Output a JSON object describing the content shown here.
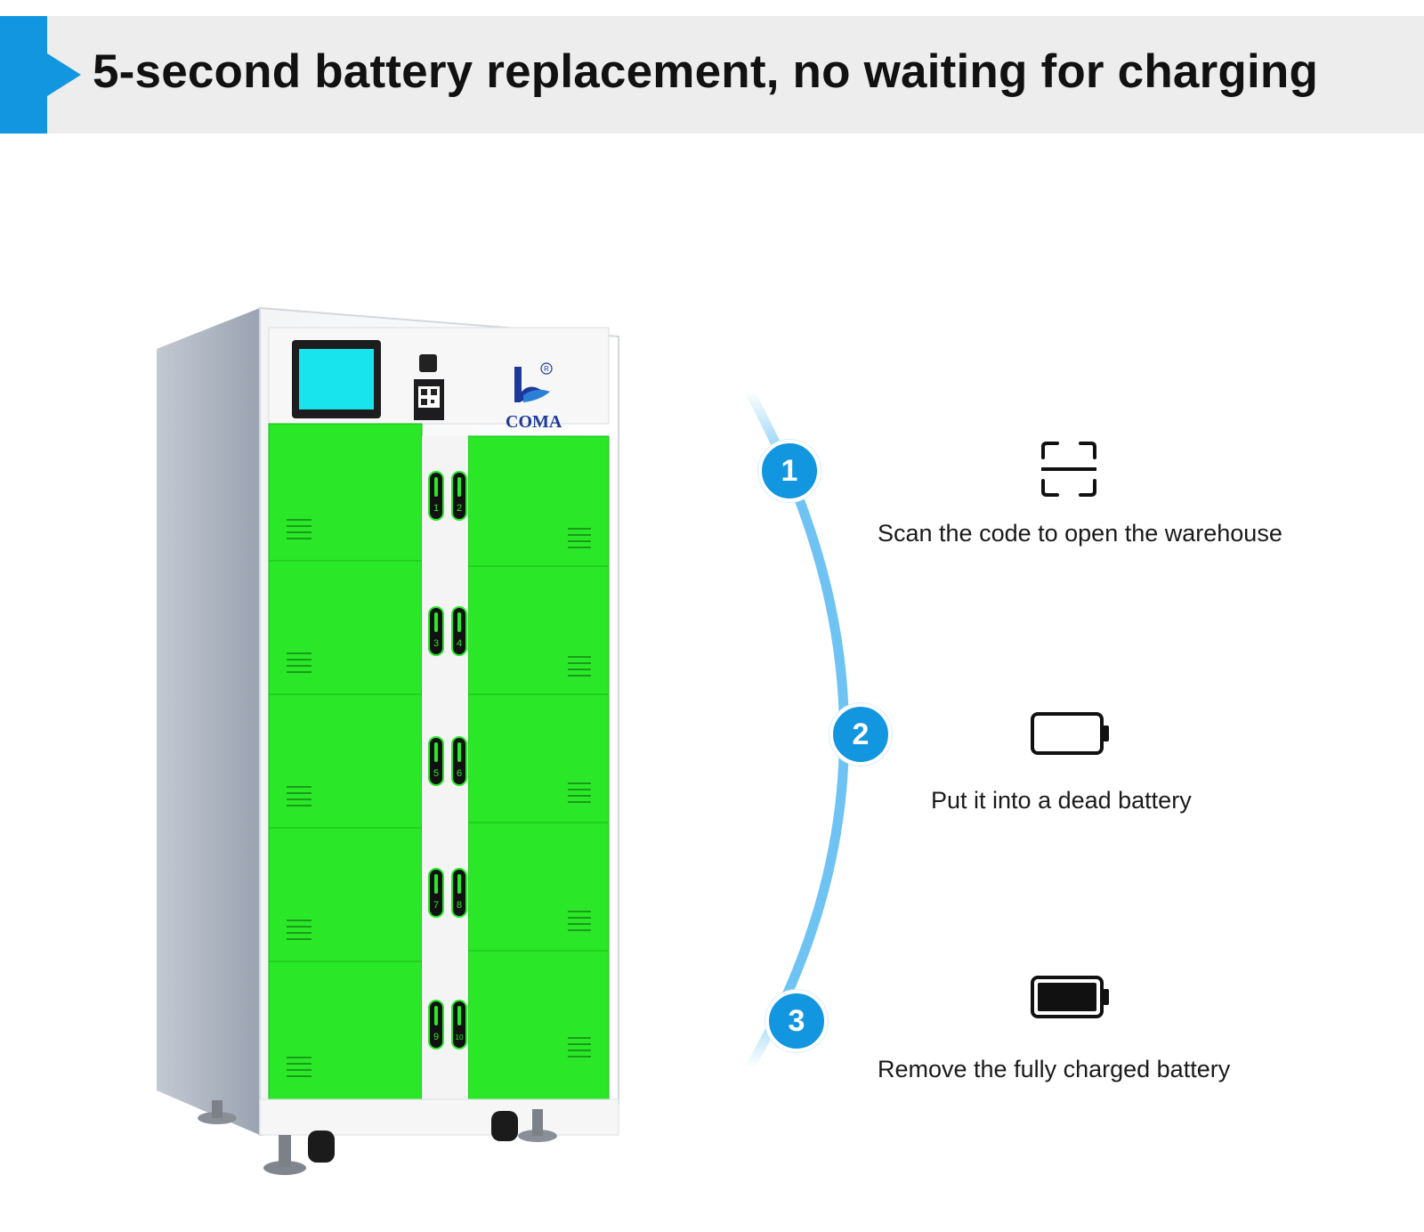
{
  "header": {
    "title": "5-second battery replacement, no waiting for charging"
  },
  "cabinet": {
    "brand": "COMA",
    "registered_mark": "R",
    "slot_numbers": [
      "1",
      "2",
      "3",
      "4",
      "5",
      "6",
      "7",
      "8",
      "9",
      "10"
    ]
  },
  "steps": [
    {
      "number": "1",
      "icon": "scan-icon",
      "label": "Scan the code to open the warehouse"
    },
    {
      "number": "2",
      "icon": "empty-battery-icon",
      "label": "Put it into a dead battery"
    },
    {
      "number": "3",
      "icon": "full-battery-icon",
      "label": "Remove the fully charged battery"
    }
  ],
  "colors": {
    "accent": "#1296e0",
    "arc": "#6ec3f2",
    "door_green": "#2ae828",
    "screen": "#18e4ee"
  }
}
